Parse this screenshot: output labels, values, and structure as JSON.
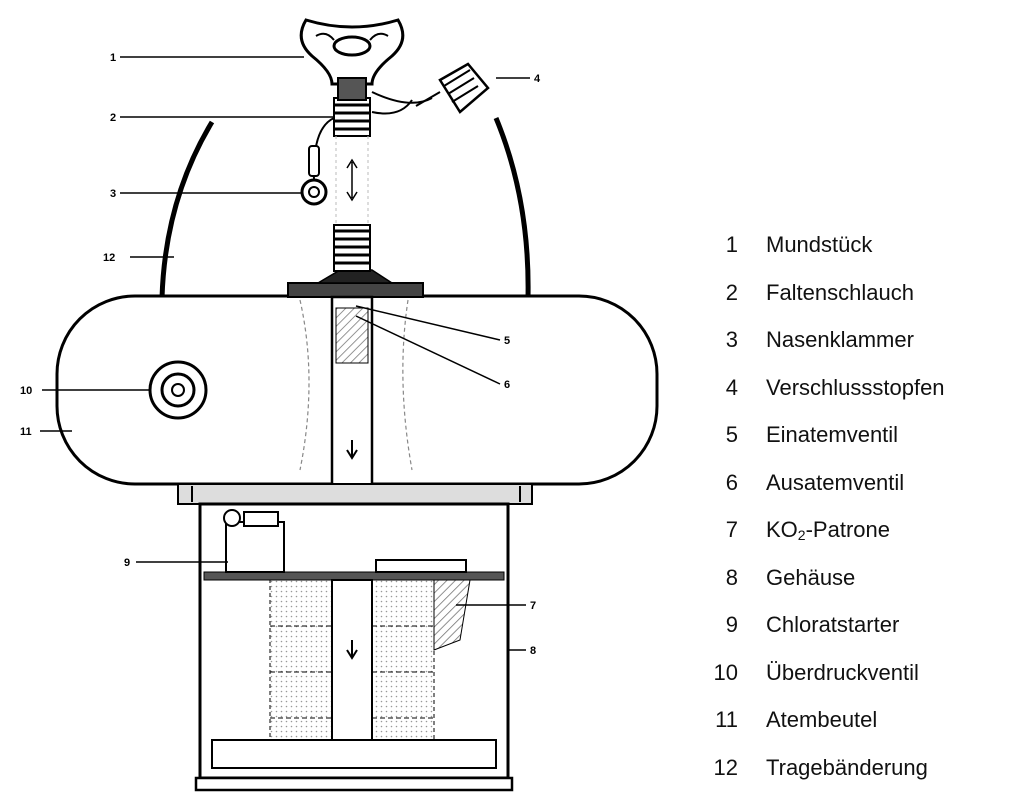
{
  "legend": [
    {
      "num": "1",
      "label": "Mundstück"
    },
    {
      "num": "2",
      "label": "Faltenschlauch"
    },
    {
      "num": "3",
      "label": "Nasenklammer"
    },
    {
      "num": "4",
      "label": "Verschlussstopfen"
    },
    {
      "num": "5",
      "label": "Einatemventil"
    },
    {
      "num": "6",
      "label": "Ausatemventil"
    },
    {
      "num": "7",
      "label": "KO2-Patrone"
    },
    {
      "num": "8",
      "label": "Gehäuse"
    },
    {
      "num": "9",
      "label": "Chloratstarter"
    },
    {
      "num": "10",
      "label": "Überdruckventil"
    },
    {
      "num": "11",
      "label": "Atembeutel"
    },
    {
      "num": "12",
      "label": "Tragebänderung"
    }
  ],
  "callouts": [
    "1",
    "2",
    "3",
    "4",
    "5",
    "6",
    "7",
    "8",
    "9",
    "10",
    "11",
    "12"
  ]
}
